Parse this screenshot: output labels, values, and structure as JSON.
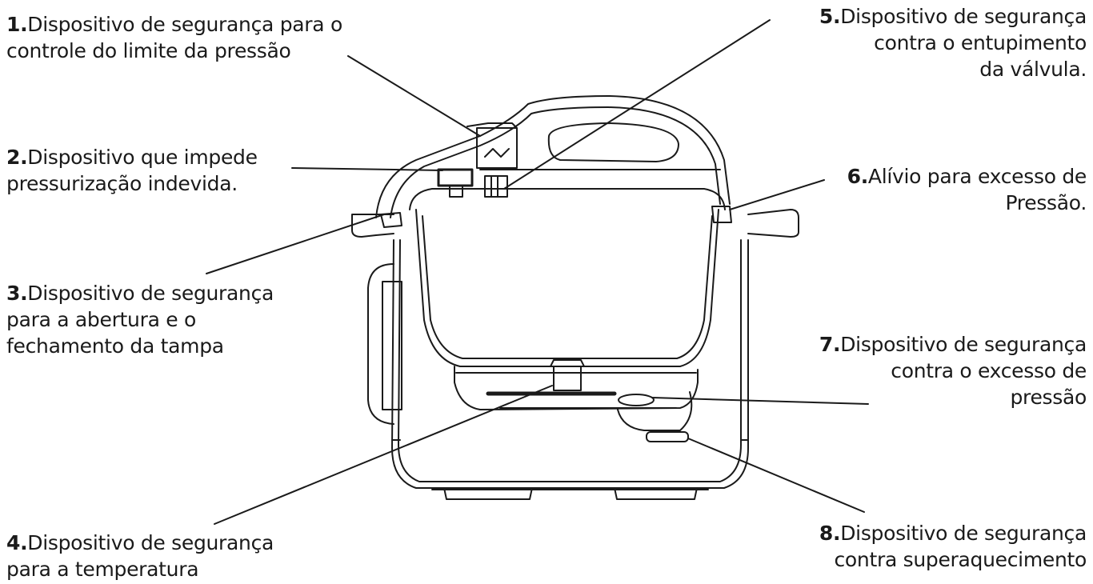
{
  "labels": [
    {
      "id": "1",
      "number": "1.",
      "lines": [
        "Dispositivo de segurança para o",
        "controle do limite da pressão"
      ]
    },
    {
      "id": "2",
      "number": "2.",
      "lines": [
        "Dispositivo que impede",
        "pressurização indevida."
      ]
    },
    {
      "id": "3",
      "number": "3.",
      "lines": [
        "Dispositivo de segurança",
        "para a abertura e o",
        "fechamento da tampa"
      ]
    },
    {
      "id": "4",
      "number": "4.",
      "lines": [
        "Dispositivo de segurança",
        "para a temperatura"
      ]
    },
    {
      "id": "5",
      "number": "5.",
      "lines": [
        "Dispositivo de segurança",
        "contra o entupimento",
        "da válvula."
      ]
    },
    {
      "id": "6",
      "number": "6.",
      "lines": [
        "Alívio para excesso de",
        "Pressão."
      ]
    },
    {
      "id": "7",
      "number": "7.",
      "lines": [
        "Dispositivo de segurança",
        "contra o excesso de",
        "pressão"
      ]
    },
    {
      "id": "8",
      "number": "8.",
      "lines": [
        "Dispositivo de segurança",
        "contra superaquecimento"
      ]
    }
  ],
  "colors": {
    "ink": "#1a1a1a",
    "background": "#ffffff"
  }
}
